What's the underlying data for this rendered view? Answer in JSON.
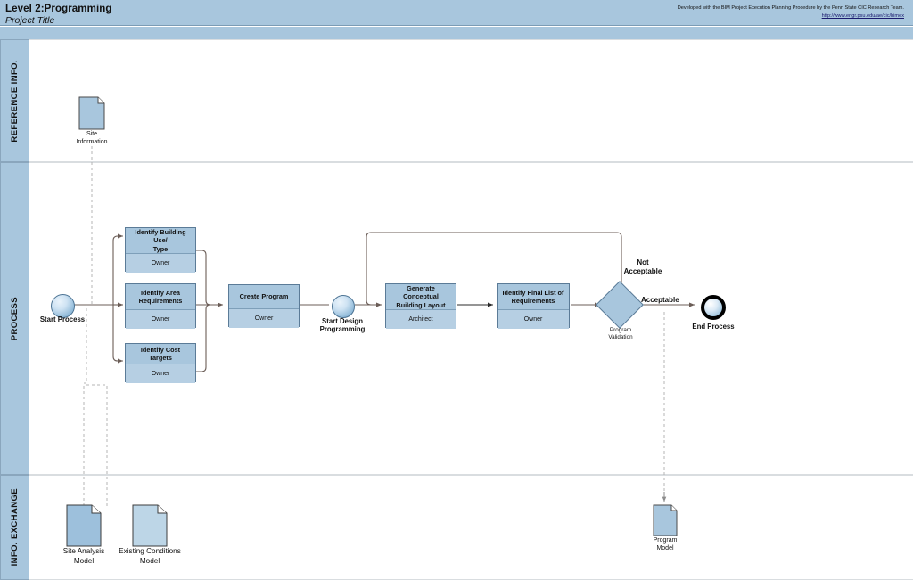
{
  "header": {
    "title": "Level 2:Programming",
    "subtitle": "Project Title",
    "credit": "Developed with the BIM Project Execution Planning Procedure by the Penn State CIC Research Team.",
    "credit_url": "http://www.engr.psu.edu/ae/cic/bimex",
    "band_color": "#a8c6dd"
  },
  "lanes": [
    {
      "label": "REFERENCE INFO."
    },
    {
      "label": "PROCESS"
    },
    {
      "label": "INFO. EXCHANGE"
    }
  ],
  "events": [
    {
      "id": "start-process",
      "label": "Start Process",
      "type": "start"
    },
    {
      "id": "start-design-programming",
      "label": "Start Design\nProgramming",
      "label_line1": "Start Design",
      "label_line2": "Programming",
      "type": "start"
    },
    {
      "id": "end-process",
      "label": "End Process",
      "type": "end"
    }
  ],
  "tasks": [
    {
      "id": "identify-building-use-type",
      "name": "Identify Building Use/ Type",
      "line1": "Identify Building Use/",
      "line2": "Type",
      "role": "Owner"
    },
    {
      "id": "identify-area-requirements",
      "name": "Identify Area Requirements",
      "line1": "Identify Area",
      "line2": "Requirements",
      "role": "Owner"
    },
    {
      "id": "identify-cost-targets",
      "name": "Identify Cost Targets",
      "line1": "Identify Cost Targets",
      "line2": "",
      "role": "Owner"
    },
    {
      "id": "create-program",
      "name": "Create Program",
      "line1": "Create Program",
      "line2": "",
      "role": "Owner"
    },
    {
      "id": "generate-conceptual-building-layout",
      "name": "Generate Conceptual Building Layout",
      "line1": "Generate Conceptual",
      "line2": "Building Layout",
      "role": "Architect"
    },
    {
      "id": "identify-final-list-of-requirements",
      "name": "Identify Final List of Requirements",
      "line1": "Identify Final List of",
      "line2": "Requirements",
      "role": "Owner"
    }
  ],
  "gateway": {
    "id": "program-validation",
    "label_line1": "Program",
    "label_line2": "Validation",
    "branches": [
      {
        "label_line1": "Not",
        "label_line2": "Acceptable",
        "direction": "up"
      },
      {
        "label_line1": "Acceptable",
        "label_line2": "",
        "direction": "right"
      }
    ]
  },
  "documents": [
    {
      "id": "site-information",
      "line1": "Site",
      "line2": "Information",
      "lane": "REFERENCE INFO.",
      "fill": "#a8c6dd",
      "size": "small"
    },
    {
      "id": "site-analysis-model",
      "line1": "Site Analysis",
      "line2": "Model",
      "lane": "INFO. EXCHANGE",
      "fill": "#9dc0dc",
      "size": "large"
    },
    {
      "id": "existing-conditions-model",
      "line1": "Existing Conditions",
      "line2": "Model",
      "lane": "INFO. EXCHANGE",
      "fill": "#bdd6e7",
      "size": "large"
    },
    {
      "id": "program-model",
      "line1": "Program",
      "line2": "Model",
      "lane": "INFO. EXCHANGE",
      "fill": "#a8c6dd",
      "size": "small"
    }
  ],
  "colors": {
    "lane_header": "#a8c6dd",
    "task_fill": "#a8c6dd",
    "task_role_fill": "#b6cfe3",
    "task_border": "#5b7b97",
    "flow_line": "#6b5d57",
    "assoc_line": "#b0b0b0"
  }
}
